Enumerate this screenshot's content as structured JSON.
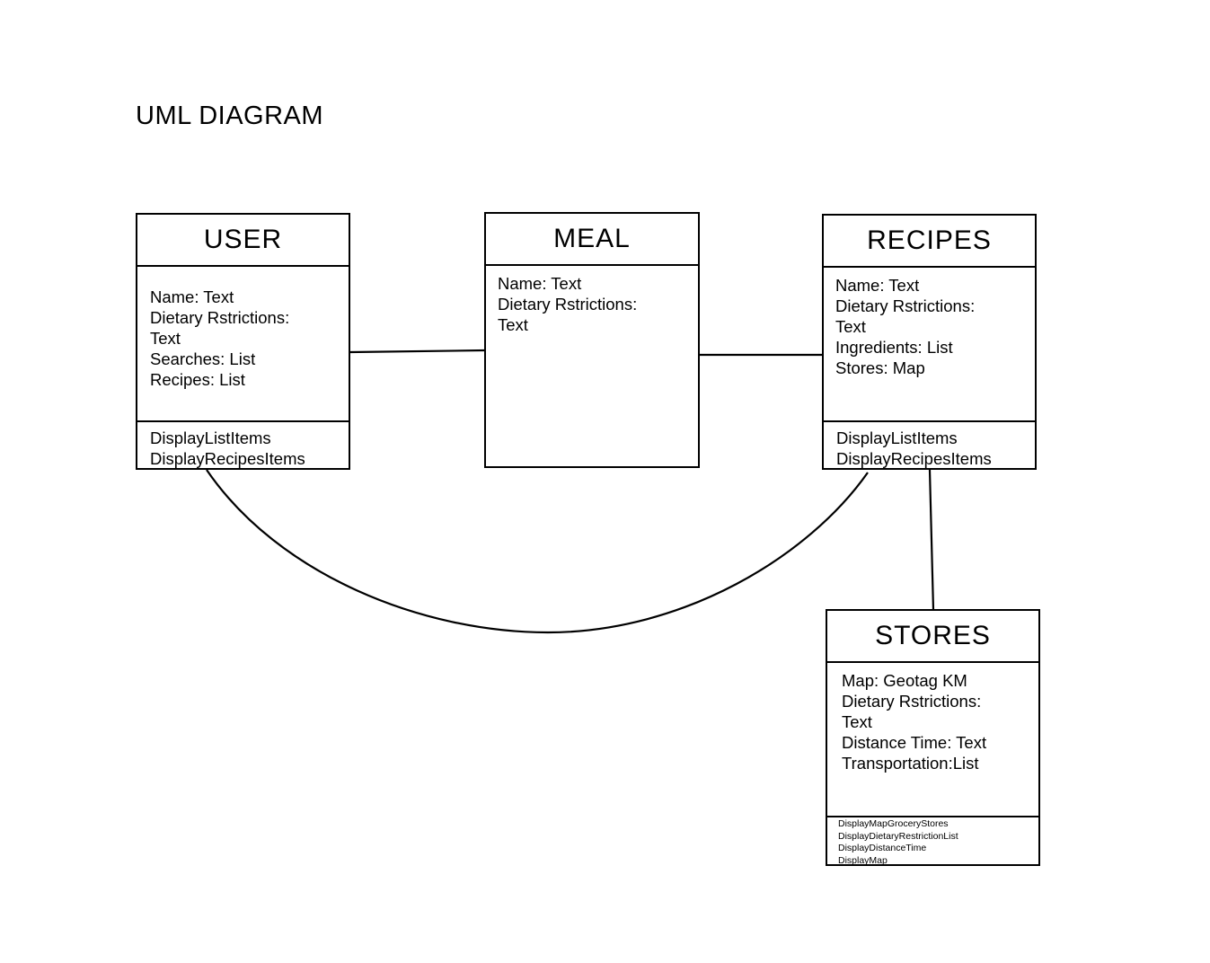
{
  "title": "UML DIAGRAM",
  "classes": {
    "user": {
      "name": "USER",
      "attributes": [
        "Name: Text",
        "Dietary Rstrictions:",
        "Text",
        "Searches: List",
        "Recipes: List"
      ],
      "methods": [
        "DisplayListItems",
        "DisplayRecipesItems"
      ]
    },
    "meal": {
      "name": "MEAL",
      "attributes": [
        "Name: Text",
        "Dietary Rstrictions:",
        "Text"
      ]
    },
    "recipes": {
      "name": "RECIPES",
      "attributes": [
        "Name: Text",
        "Dietary Rstrictions:",
        "Text",
        "Ingredients: List",
        "Stores: Map"
      ],
      "methods": [
        "DisplayListItems",
        "DisplayRecipesItems"
      ]
    },
    "stores": {
      "name": "STORES",
      "attributes": [
        "Map: Geotag KM",
        "Dietary Rstrictions:",
        "Text",
        "Distance Time: Text",
        "Transportation:List"
      ],
      "methods": [
        "DisplayMapGroceryStores",
        "DisplayDietaryRestrictionList",
        "DisplayDistanceTime",
        "DisplayMap"
      ]
    }
  },
  "colors": {
    "stroke": "#000000",
    "background": "#ffffff"
  }
}
